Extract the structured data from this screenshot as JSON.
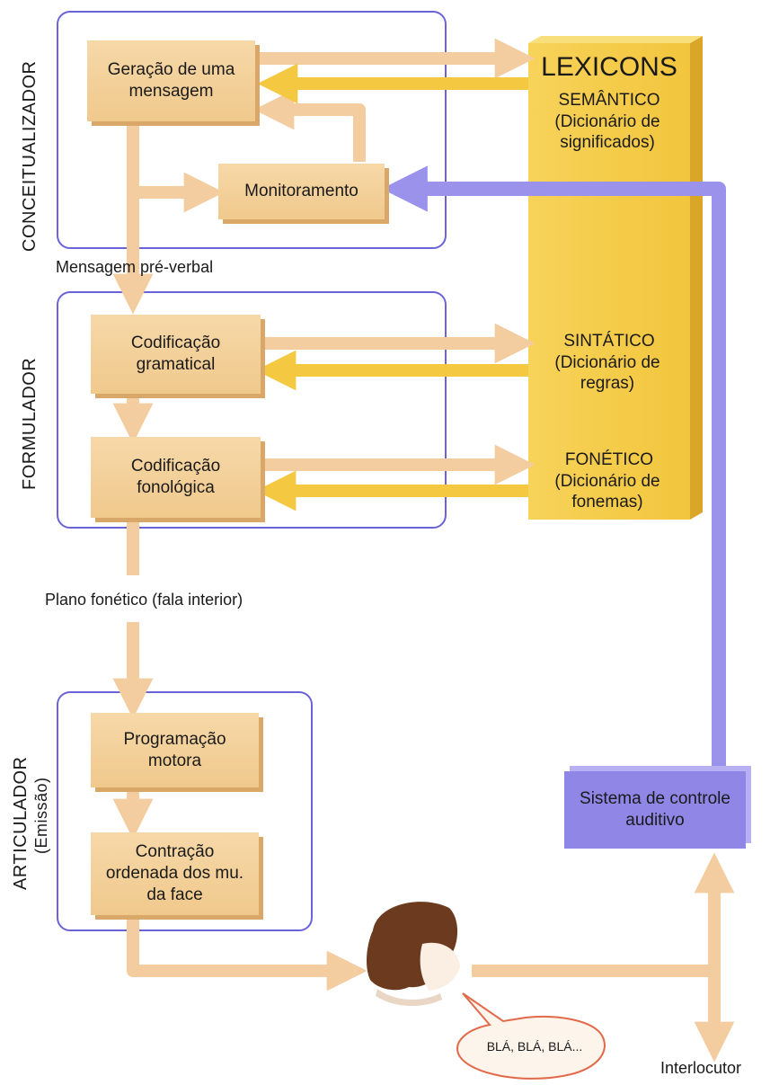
{
  "sections": {
    "conceitualizador": "CONCEITUALIZADOR",
    "formulador": "FORMULADOR",
    "articulador": "ARTICULADOR",
    "articulador_sub": "(Emissão)"
  },
  "boxes": {
    "geracao": "Geração de uma mensagem",
    "monitoramento": "Monitoramento",
    "codificacao_gramatical": "Codificação gramatical",
    "codificacao_fonologica": "Codificação fonológica",
    "programacao_motora": "Programação motora",
    "contracao": "Contração ordenada dos mu. da face",
    "sistema_auditivo": "Sistema de controle auditivo"
  },
  "lexicons": {
    "title": "LEXICONS",
    "semantico": "SEMÂNTICO",
    "semantico_desc": "(Dicionário de significados)",
    "sintatico": "SINTÁTICO",
    "sintatico_desc": "(Dicionário de regras)",
    "fonetico": "FONÉTICO",
    "fonetico_desc": "(Dicionário de fonemas)"
  },
  "notes": {
    "mensagem_pre_verbal": "Mensagem pré-verbal",
    "plano_fonetico": "Plano fonético (fala interior)",
    "interlocutor": "Interlocutor"
  },
  "speech": "BLÁ, BLÁ, BLÁ...",
  "colors": {
    "arrow": "#f3ccA0",
    "box": "#f2cd94",
    "lexicon": "#f5c842",
    "auditory": "#8f86e6",
    "frame": "#6b63d8"
  }
}
